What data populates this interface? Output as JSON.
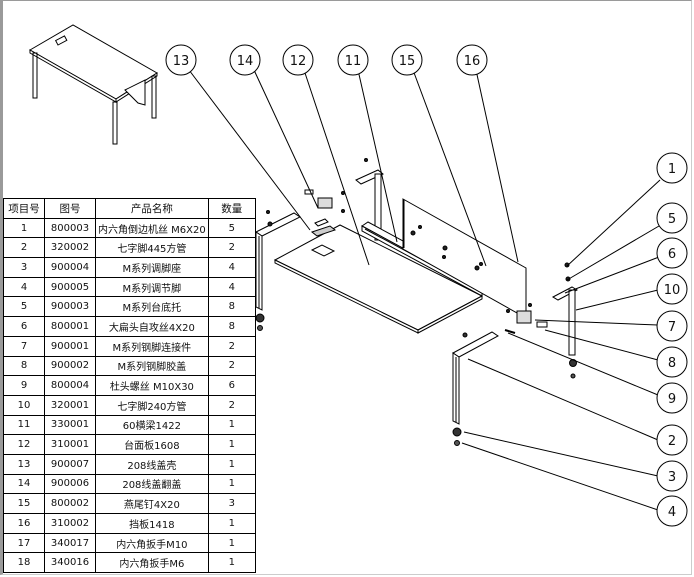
{
  "drawing": {
    "type": "exploded-assembly",
    "subject": "desk",
    "line_color": "#000000",
    "balloon_text_color": "#1a1a3a"
  },
  "bom": {
    "headers": [
      "项目号",
      "图号",
      "产品名称",
      "数量"
    ],
    "rows": [
      {
        "item": "1",
        "code": "800003",
        "name": "内六角倒边机丝 M6X20",
        "qty": "5"
      },
      {
        "item": "2",
        "code": "320002",
        "name": "七字脚445方管",
        "qty": "2"
      },
      {
        "item": "3",
        "code": "900004",
        "name": "M系列调脚座",
        "qty": "4"
      },
      {
        "item": "4",
        "code": "900005",
        "name": "M系列调节脚",
        "qty": "4"
      },
      {
        "item": "5",
        "code": "900003",
        "name": "M系列台底托",
        "qty": "8"
      },
      {
        "item": "6",
        "code": "800001",
        "name": "大扁头自攻丝4X20",
        "qty": "8"
      },
      {
        "item": "7",
        "code": "900001",
        "name": "M系列钢脚连接件",
        "qty": "2"
      },
      {
        "item": "8",
        "code": "900002",
        "name": "M系列钢脚胶盖",
        "qty": "2"
      },
      {
        "item": "9",
        "code": "800004",
        "name": "杜头螺丝 M10X30",
        "qty": "6"
      },
      {
        "item": "10",
        "code": "320001",
        "name": "七字脚240方管",
        "qty": "2"
      },
      {
        "item": "11",
        "code": "330001",
        "name": "60横梁1422",
        "qty": "1"
      },
      {
        "item": "12",
        "code": "310001",
        "name": "台面板1608",
        "qty": "1"
      },
      {
        "item": "13",
        "code": "900007",
        "name": "208线盖壳",
        "qty": "1"
      },
      {
        "item": "14",
        "code": "900006",
        "name": "208线盖翻盖",
        "qty": "1"
      },
      {
        "item": "15",
        "code": "800002",
        "name": "燕尾钉4X20",
        "qty": "3"
      },
      {
        "item": "16",
        "code": "310002",
        "name": "挡板1418",
        "qty": "1"
      },
      {
        "item": "17",
        "code": "340017",
        "name": "内六角扳手M10",
        "qty": "1"
      },
      {
        "item": "18",
        "code": "340016",
        "name": "内六角扳手M6",
        "qty": "1"
      }
    ]
  },
  "balloons": {
    "top": [
      "13",
      "14",
      "12",
      "11",
      "15",
      "16"
    ],
    "right": [
      "1",
      "5",
      "6",
      "10",
      "7",
      "8",
      "9",
      "2",
      "3",
      "4"
    ]
  }
}
